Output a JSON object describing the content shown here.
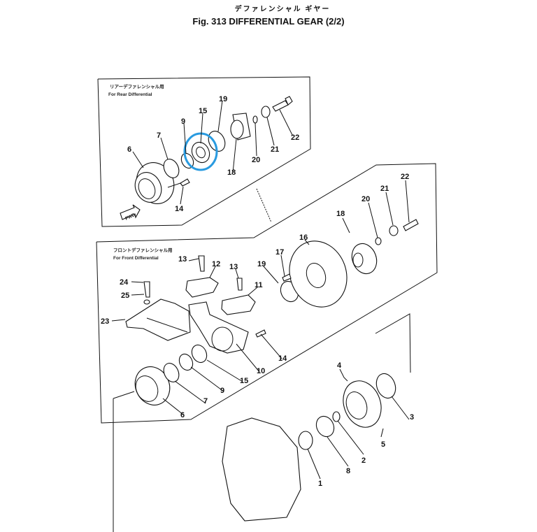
{
  "header": {
    "title_jp": "デファレンシャル ギヤー",
    "title_en": "Fig. 313 DIFFERENTIAL GEAR (2/2)"
  },
  "rear_panel": {
    "caption_jp": "リアーデファレンシャル用",
    "caption_en": "For Rear Differential",
    "fwd_label": "FWD",
    "callouts": [
      "19",
      "15",
      "9",
      "7",
      "6",
      "14",
      "18",
      "20",
      "21",
      "22"
    ]
  },
  "front_panel": {
    "caption_jp": "フロントデファレンシャル用",
    "caption_en": "For Front Differential",
    "callouts": [
      "22",
      "21",
      "20",
      "18",
      "16",
      "17",
      "19",
      "13",
      "12",
      "13",
      "11",
      "24",
      "25",
      "23",
      "14",
      "10",
      "15",
      "9",
      "7",
      "6"
    ]
  },
  "main_callouts": [
    "4",
    "3",
    "5",
    "2",
    "8",
    "1"
  ],
  "highlight": {
    "part": "15",
    "color": "#2a9be0"
  }
}
